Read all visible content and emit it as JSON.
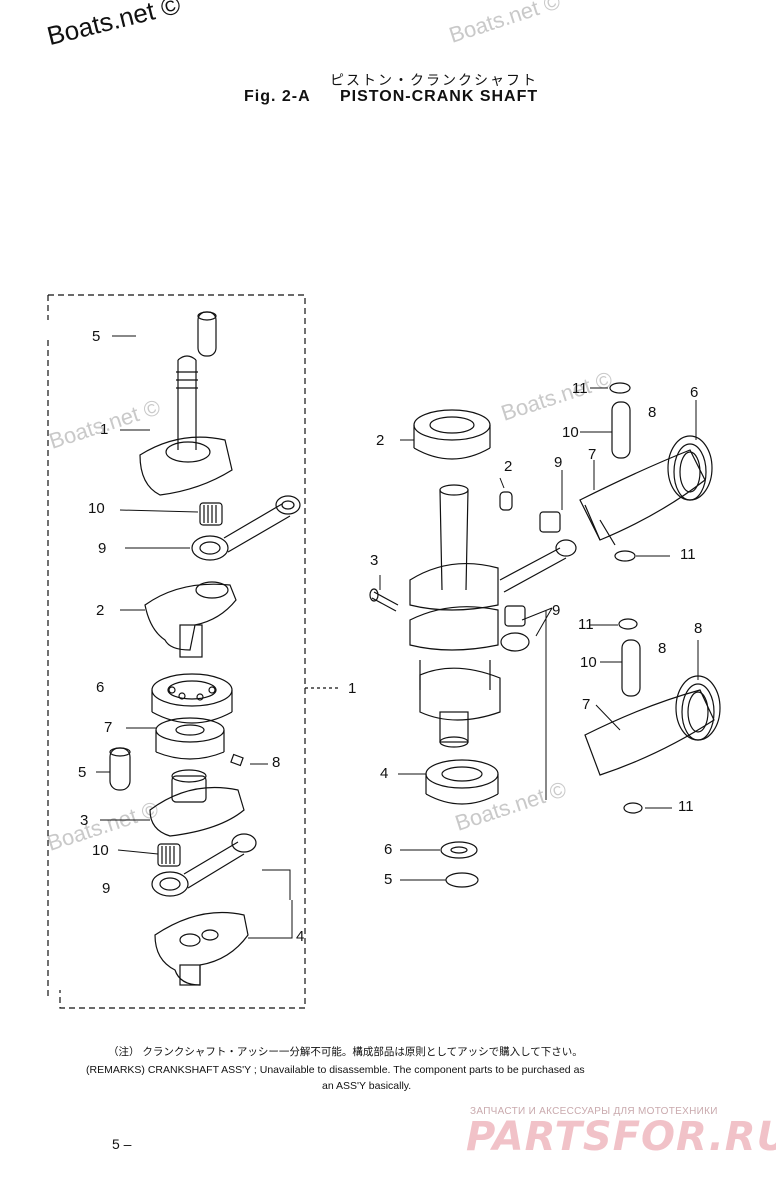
{
  "watermarks": {
    "top_left": "Boats.net ©",
    "repeat": "Boats.net ©"
  },
  "figure": {
    "title_jp": "ピストン・クランクシャフト",
    "fig_no": "Fig. 2-A",
    "title": "PISTON-CRANK SHAFT"
  },
  "callouts": {
    "l5a": "5",
    "l1a": "1",
    "l10a": "10",
    "l9a": "9",
    "l2a": "2",
    "l6a": "6",
    "l7a": "7",
    "l5b": "5",
    "l8a": "8",
    "l3a": "3",
    "l10b": "10",
    "l9b": "9",
    "l4a": "4",
    "assy1": "1",
    "r2a": "2",
    "r2b": "2",
    "r3": "3",
    "r9a": "9",
    "r9b": "9",
    "r11a": "11",
    "r10a": "10",
    "r8a": "8",
    "r7a": "7",
    "r6a": "6",
    "r11b": "11",
    "r11c": "11",
    "r10b": "10",
    "r8b": "8",
    "r8c": "8",
    "r7b": "7",
    "r11d": "11",
    "r4": "4",
    "r6b": "6",
    "r5": "5"
  },
  "remarks": {
    "jp": "（注） クランクシャフト・アッシー一分解不可能。構成部品は原則としてアッシで購入して下さい。",
    "en1": "(REMARKS) CRANKSHAFT ASS'Y ; Unavailable to disassemble. The component parts to be purchased as",
    "en2": "an ASS'Y basically."
  },
  "page_number": "5 –",
  "partsfor": {
    "tagline": "ЗАПЧАСТИ И АКСЕССУАРЫ ДЛЯ МОТОТЕХНИКИ",
    "logo": "PARTSFOR.RU"
  }
}
